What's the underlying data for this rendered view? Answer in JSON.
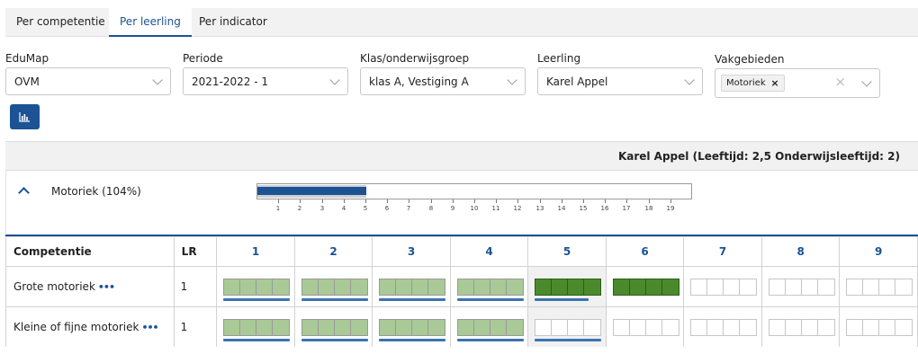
{
  "tabs": [
    {
      "label": "Per competentie",
      "active": false
    },
    {
      "label": "Per leerling",
      "active": true
    },
    {
      "label": "Per indicator",
      "active": false
    }
  ],
  "filters": {
    "edumap": {
      "label": "EduMap",
      "value": "OVM"
    },
    "periode": {
      "label": "Periode",
      "value": "2021-2022 - 1"
    },
    "klas": {
      "label": "Klas/onderwijsgroep",
      "value": "klas A, Vestiging A"
    },
    "leerling": {
      "label": "Leerling",
      "value": "Karel Appel"
    },
    "vakgebieden": {
      "label": "Vakgebieden",
      "chips": [
        "Motoriek"
      ]
    }
  },
  "chart_button_icon": "bar-chart-icon",
  "student_header": "Karel Appel (Leeftijd: 2,5 Onderwijsleeftijd: 2)",
  "subject": {
    "label": "Motoriek (104%)",
    "progress_value": 5,
    "progress_max": 20,
    "scale_labels": [
      "1",
      "2",
      "3",
      "4",
      "5",
      "6",
      "7",
      "8",
      "9",
      "10",
      "11",
      "12",
      "13",
      "14",
      "15",
      "16",
      "17",
      "18",
      "19"
    ]
  },
  "grid": {
    "headers": {
      "competentie": "Competentie",
      "lr": "LR"
    },
    "levels": [
      "1",
      "2",
      "3",
      "4",
      "5",
      "6",
      "7",
      "8",
      "9"
    ],
    "rows": [
      {
        "name": "Grote motoriek",
        "more": "•••",
        "lr": "1",
        "cells": [
          "light",
          "light",
          "light",
          "light",
          "dark",
          "dark",
          "empty",
          "empty",
          "empty"
        ],
        "underline": [
          true,
          true,
          true,
          true,
          "short",
          false,
          false,
          false,
          false
        ]
      },
      {
        "name": "Kleine of fijne motoriek",
        "more": "•••",
        "lr": "1",
        "cells": [
          "light",
          "light",
          "light",
          "light",
          "empty",
          "empty",
          "empty",
          "empty",
          "empty"
        ],
        "underline": [
          true,
          true,
          true,
          true,
          true,
          false,
          false,
          false,
          false
        ]
      }
    ],
    "highlight_level_index": 4
  },
  "colors": {
    "accent": "#1b5395",
    "achieved_light": "#a9c997",
    "achieved_dark": "#4a8a2c",
    "underline": "#3a74b1"
  }
}
